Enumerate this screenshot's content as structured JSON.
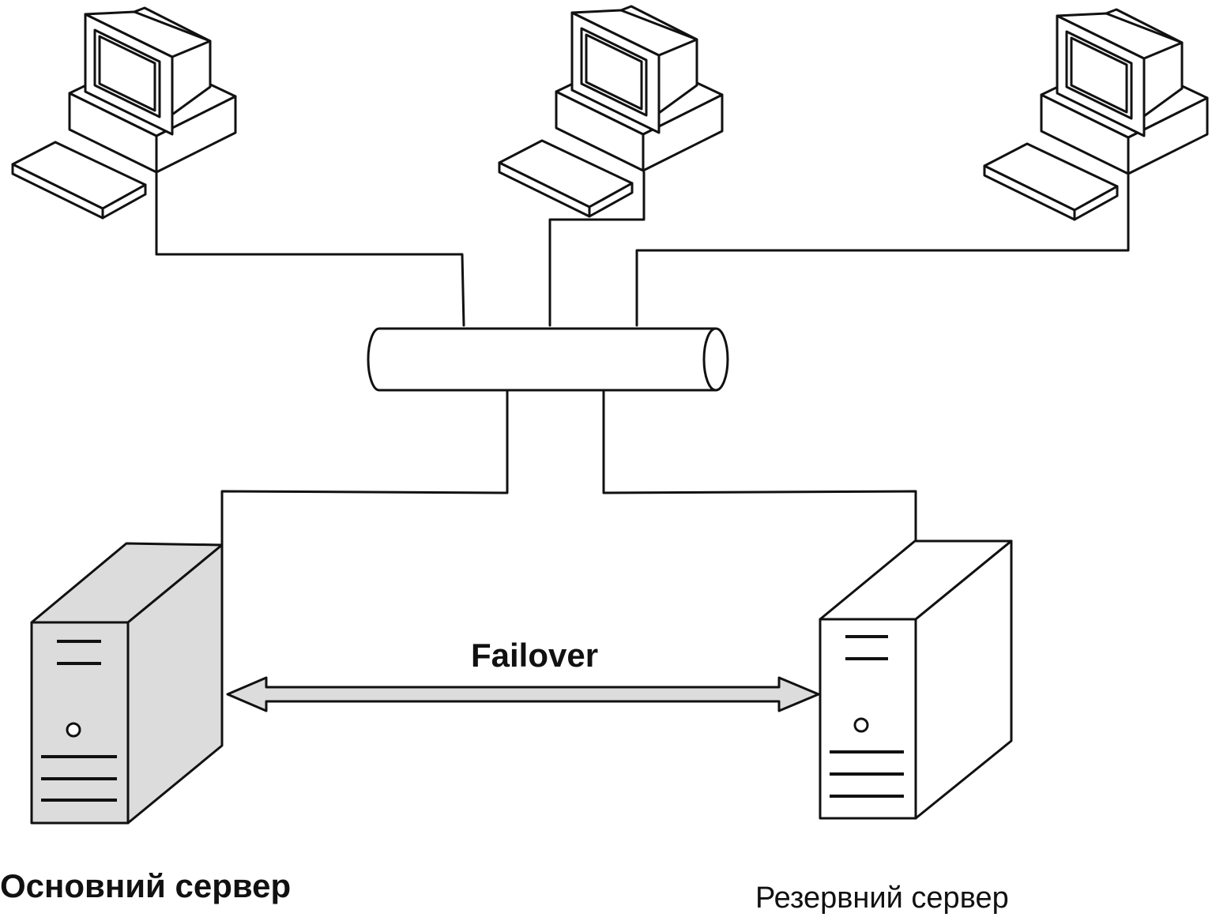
{
  "labels": {
    "primary_server": "Основний сервер",
    "backup_server": "Резервний сервер",
    "failover": "Failover"
  },
  "colors": {
    "line": "#111111",
    "primary_server_fill": "#dcdcdc",
    "arrow_fill": "#dcdcdc",
    "background": "#ffffff"
  },
  "nodes": [
    {
      "id": "workstation-1",
      "icon": "workstation-icon"
    },
    {
      "id": "workstation-2",
      "icon": "workstation-icon"
    },
    {
      "id": "workstation-3",
      "icon": "workstation-icon"
    },
    {
      "id": "network-bus",
      "icon": "network-cylinder-icon"
    },
    {
      "id": "primary-server",
      "icon": "server-tower-icon"
    },
    {
      "id": "backup-server",
      "icon": "server-tower-icon"
    }
  ],
  "edges": [
    {
      "from": "workstation-1",
      "to": "network-bus"
    },
    {
      "from": "workstation-2",
      "to": "network-bus"
    },
    {
      "from": "workstation-3",
      "to": "network-bus"
    },
    {
      "from": "network-bus",
      "to": "primary-server"
    },
    {
      "from": "network-bus",
      "to": "backup-server"
    },
    {
      "from": "primary-server",
      "to": "backup-server",
      "label": "Failover",
      "bidirectional": true
    }
  ]
}
